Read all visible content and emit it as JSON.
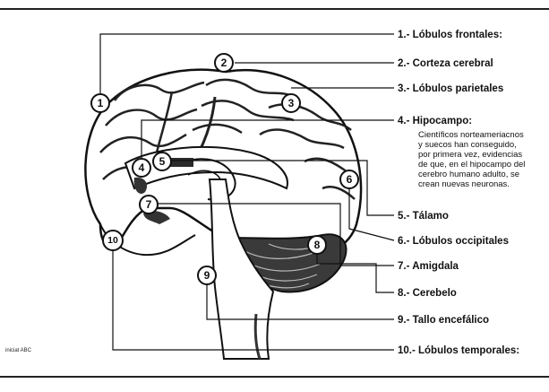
{
  "diagram": {
    "labels": [
      {
        "num": "1",
        "text": "1.- Lóbulos frontales:"
      },
      {
        "num": "2",
        "text": "2.- Corteza cerebral"
      },
      {
        "num": "3",
        "text": "3.- Lóbulos parietales"
      },
      {
        "num": "4",
        "text": "4.- Hipocampo:"
      },
      {
        "num": "5",
        "text": "5.- Tálamo"
      },
      {
        "num": "6",
        "text": "6.- Lóbulos occipitales"
      },
      {
        "num": "7",
        "text": "7.- Amigdala"
      },
      {
        "num": "8",
        "text": "8.- Cerebelo"
      },
      {
        "num": "9",
        "text": "9.- Tallo encefálico"
      },
      {
        "num": "10",
        "text": "10.- Lóbulos temporales:"
      }
    ],
    "hipocampo_note": [
      "Científicos norteameriacnos",
      "y suecos han conseguido,",
      "por primera vez, evidencias",
      "de que, en el hipocampo del",
      "cerebro humano adulto, se",
      "crean nuevas neuronas."
    ],
    "credit": "iniciat ABC",
    "colors": {
      "ink": "#111111",
      "paper": "#ffffff",
      "shade": "#3a3a3a"
    }
  }
}
